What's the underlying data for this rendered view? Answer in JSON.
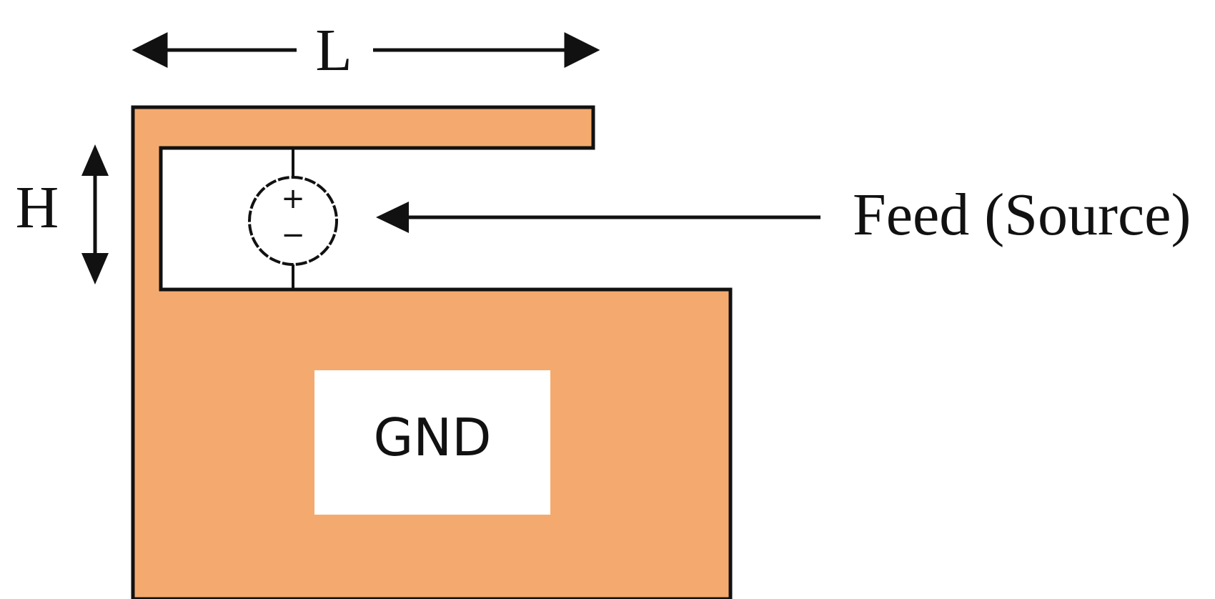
{
  "labels": {
    "length": "L",
    "height": "H",
    "feed": "Feed (Source)",
    "ground": "GND",
    "plus": "+",
    "minus": "−"
  },
  "colors": {
    "copper": "#f4aa6e",
    "outline": "#111111",
    "background": "#ffffff",
    "gnd_box": "#ffffff"
  },
  "icons": {
    "source": "voltage-source-icon"
  }
}
